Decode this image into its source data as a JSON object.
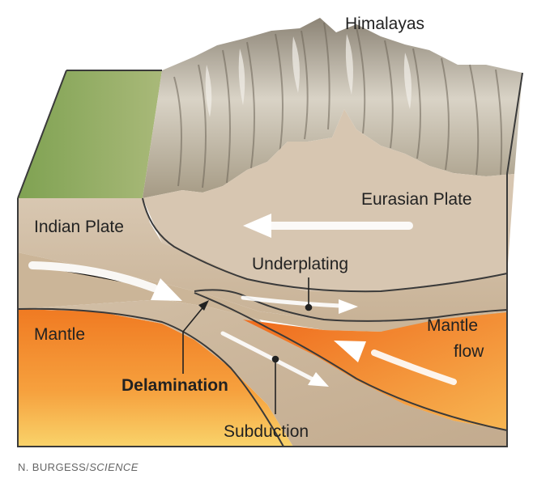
{
  "labels": {
    "himalayas": "Himalayas",
    "eurasian_plate": "Eurasian Plate",
    "indian_plate": "Indian Plate",
    "underplating": "Underplating",
    "mantle": "Mantle",
    "mantle_flow_1": "Mantle",
    "mantle_flow_2": "flow",
    "delamination": "Delamination",
    "subduction": "Subduction"
  },
  "credit": {
    "author": "N. BURGESS/",
    "source": "SCIENCE"
  },
  "colors": {
    "crust_indian": "#cdb9a0",
    "crust_eurasian": "#d7c6b1",
    "mantle_orange": "#f07a22",
    "mantle_yellow": "#f9d36a",
    "plains_green": "#8fae63",
    "mountain_gray": "#b9b3a6",
    "arrow_white": "#ffffff",
    "outline": "#3a3a3a"
  },
  "icons": [
    "arrow-left-icon",
    "arrow-right-icon",
    "arrow-down-right-icon",
    "arrow-up-left-icon"
  ]
}
